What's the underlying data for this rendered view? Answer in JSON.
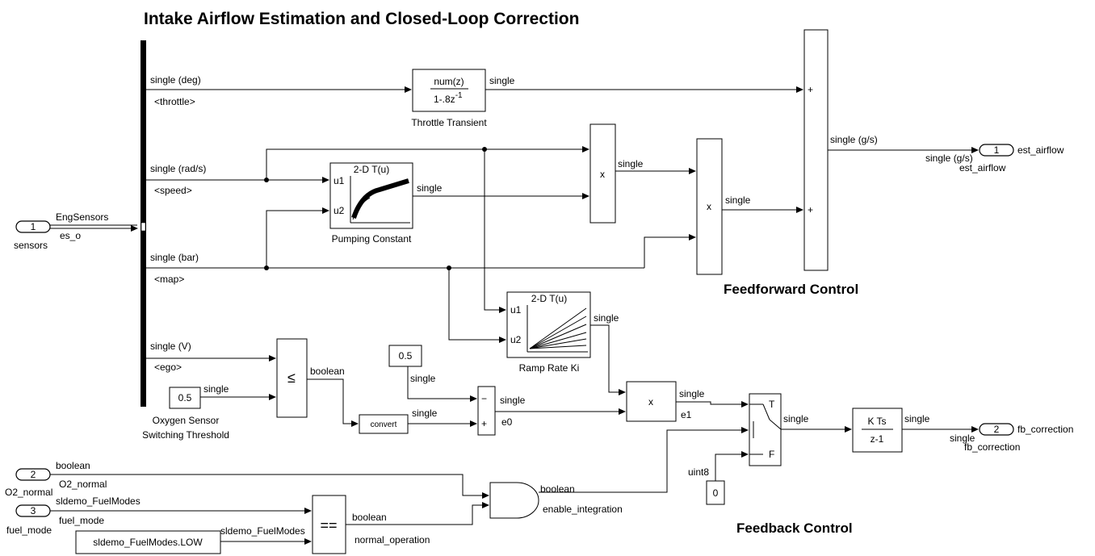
{
  "title": "Intake Airflow Estimation and Closed-Loop Correction",
  "sections": {
    "feedforward": "Feedforward Control",
    "feedback": "Feedback Control"
  },
  "inports": {
    "sensors": {
      "num": "1",
      "name": "sensors"
    },
    "o2_normal": {
      "num": "2",
      "name": "O2_normal"
    },
    "fuel_mode": {
      "num": "3",
      "name": "fuel_mode"
    }
  },
  "outports": {
    "est_airflow": {
      "num": "1",
      "name": "est_airflow"
    },
    "fb_correction": {
      "num": "2",
      "name": "fb_correction"
    }
  },
  "blocks": {
    "throttle_transient": {
      "num": "num(z)",
      "den": "1-.8z",
      "den_exp": "-1",
      "name": "Throttle Transient"
    },
    "pumping_constant": {
      "title": "2-D T(u)",
      "u1": "u1",
      "u2": "u2",
      "name": "Pumping Constant"
    },
    "ramp_rate": {
      "title": "2-D T(u)",
      "u1": "u1",
      "u2": "u2",
      "name": "Ramp Rate Ki"
    },
    "product1": "x",
    "product2": "x",
    "product3": "x",
    "sum_ff": {
      "plus1": "+",
      "plus2": "+"
    },
    "sum_err": {
      "minus": "−",
      "plus": "+"
    },
    "compare": "≤",
    "threshold": {
      "value": "0.5",
      "name1": "Oxygen Sensor",
      "name2": "Switching Threshold"
    },
    "const_half": "0.5",
    "convert": "convert",
    "switch": {
      "t": "T",
      "f": "F"
    },
    "const_zero": "0",
    "integrator": {
      "num": "K Ts",
      "den": "z-1"
    },
    "and_gate": "",
    "equal": "==",
    "enum_const": "sldemo_FuelModes.LOW"
  },
  "signals": {
    "eng_sensors": "EngSensors",
    "es_o": "es_o",
    "throttle_type": "single (deg)",
    "throttle": "<throttle>",
    "speed_type": "single (rad/s)",
    "speed": "<speed>",
    "map_type": "single (bar)",
    "map": "<map>",
    "ego_type": "single (V)",
    "ego": "<ego>",
    "single": "single",
    "single_gs": "single (g/s)",
    "boolean": "boolean",
    "e0": "e0",
    "e1": "e1",
    "uint8": "uint8",
    "o2_normal_sig": "O2_normal",
    "fuel_modes_type": "sldemo_FuelModes",
    "fuel_mode_sig": "fuel_mode",
    "enable_integration": "enable_integration",
    "normal_operation": "normal_operation"
  }
}
